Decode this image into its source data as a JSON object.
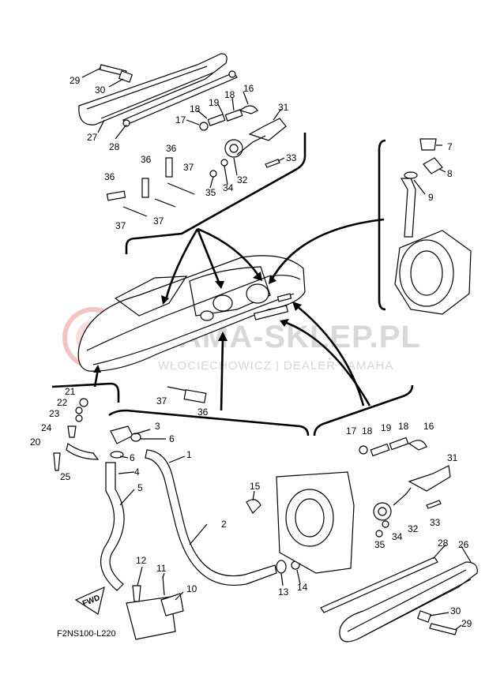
{
  "diagram": {
    "reference_code": "F2NS100-L220",
    "fwd_label": "FWD",
    "watermark": {
      "title": "YAMA-SKLEP.PL",
      "subtitle": "WŁOCIECHOWICZ | DEALER YAMAHA",
      "color": "#f0c8c8"
    },
    "labels": {
      "p29a": "29",
      "p30a": "30",
      "p27": "27",
      "p28a": "28",
      "p16a": "16",
      "p18a": "18",
      "p19a": "19",
      "p18b": "18",
      "p17a": "17",
      "p31a": "31",
      "p33a": "33",
      "p32a": "32",
      "p34a": "34",
      "p35a": "35",
      "p36a": "36",
      "p36b": "36",
      "p36c": "36",
      "p37a": "37",
      "p37b": "37",
      "p37c": "37",
      "p7": "7",
      "p8": "8",
      "p9": "9",
      "p21": "21",
      "p22": "22",
      "p23": "23",
      "p24": "24",
      "p20": "20",
      "p25": "25",
      "p37d": "37",
      "p36d": "36",
      "p3": "3",
      "p6a": "6",
      "p6b": "6",
      "p1": "1",
      "p4": "4",
      "p5": "5",
      "p2": "2",
      "p15": "15",
      "p13": "13",
      "p14": "14",
      "p12": "12",
      "p11": "11",
      "p10": "10",
      "p17b": "17",
      "p18c": "18",
      "p19b": "19",
      "p18d": "18",
      "p16b": "16",
      "p31b": "31",
      "p33b": "33",
      "p32b": "32",
      "p34b": "34",
      "p35b": "35",
      "p28b": "28",
      "p26": "26",
      "p30b": "30",
      "p29b": "29"
    }
  }
}
